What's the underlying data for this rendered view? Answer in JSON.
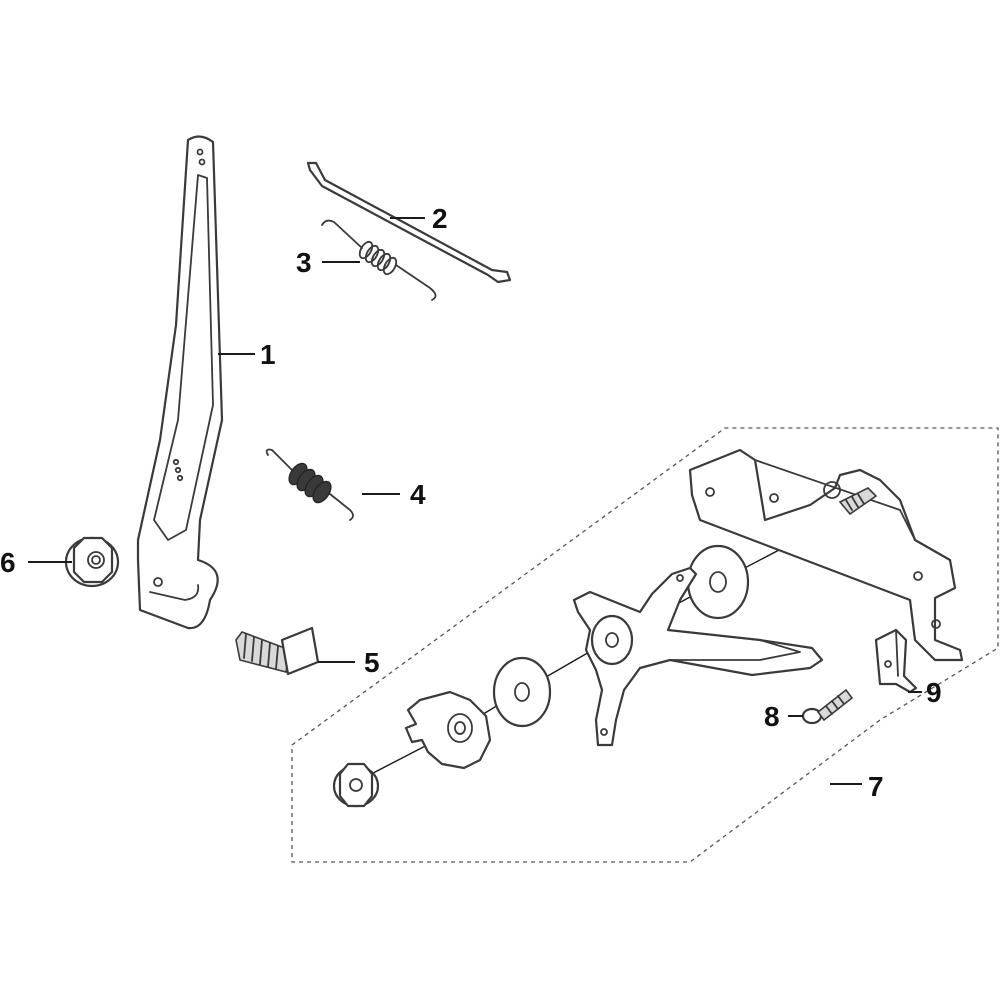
{
  "callouts": [
    {
      "id": "1",
      "text": "1"
    },
    {
      "id": "2",
      "text": "2"
    },
    {
      "id": "3",
      "text": "3"
    },
    {
      "id": "4",
      "text": "4"
    },
    {
      "id": "5",
      "text": "5"
    },
    {
      "id": "6",
      "text": "6"
    },
    {
      "id": "7",
      "text": "7"
    },
    {
      "id": "8",
      "text": "8"
    },
    {
      "id": "9",
      "text": "9"
    }
  ],
  "colors": {
    "line": "#3a3a3a",
    "shade": "#d9d9d9",
    "background": "#ffffff"
  }
}
